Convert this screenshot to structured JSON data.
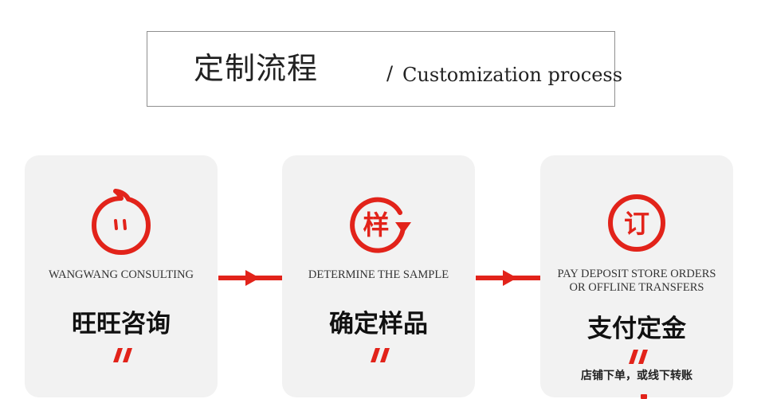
{
  "title": {
    "cn": "定制流程",
    "slash": "/",
    "en": "Customization process"
  },
  "steps": [
    {
      "icon": "wangwang-chat-icon",
      "en_lines": [
        "WANGWANG CONSULTING"
      ],
      "cn": "旺旺咨询",
      "sub": ""
    },
    {
      "icon": "sample-refresh-icon",
      "icon_glyph": "样",
      "en_lines": [
        "DETERMINE THE SAMPLE"
      ],
      "cn": "确定样品",
      "sub": ""
    },
    {
      "icon": "order-icon",
      "icon_glyph": "订",
      "en_lines": [
        "PAY DEPOSIT STORE ORDERS",
        "OR OFFLINE TRANSFERS"
      ],
      "cn": "支付定金",
      "sub": "店铺下单，或线下转账"
    }
  ],
  "colors": {
    "accent": "#e2231a",
    "card_bg": "#f2f2f2",
    "text": "#222222"
  }
}
